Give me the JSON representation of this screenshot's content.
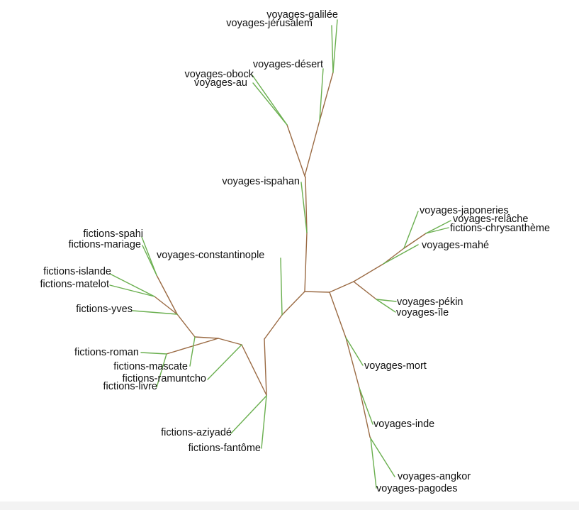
{
  "diagram": {
    "type": "unrooted-phylogenetic-tree",
    "colors": {
      "internal_branch": "#9a6a43",
      "leaf_branch": "#6aaf4f",
      "label": "#111111"
    },
    "nodes": [
      {
        "id": "n_core_a",
        "parent": null
      },
      {
        "id": "n_core_b",
        "parent": "n_core_a"
      },
      {
        "id": "n_core_c",
        "parent": "n_core_a"
      },
      {
        "id": "n_up1",
        "parent": "n_core_a"
      },
      {
        "id": "n_up2",
        "parent": "n_up1"
      },
      {
        "id": "n_up3",
        "parent": "n_up2"
      },
      {
        "id": "n_up_left",
        "parent": "n_up3"
      },
      {
        "id": "n_up_right",
        "parent": "n_up3"
      },
      {
        "id": "n_up_right2",
        "parent": "n_up_right"
      },
      {
        "id": "n_r1",
        "parent": "n_core_b"
      },
      {
        "id": "n_r2",
        "parent": "n_r1"
      },
      {
        "id": "n_r3",
        "parent": "n_r2"
      },
      {
        "id": "n_r4",
        "parent": "n_r3"
      },
      {
        "id": "n_pi",
        "parent": "n_r1"
      },
      {
        "id": "n_d1",
        "parent": "n_core_b"
      },
      {
        "id": "n_d2",
        "parent": "n_d1"
      },
      {
        "id": "n_d3",
        "parent": "n_d2"
      },
      {
        "id": "n_d4",
        "parent": "n_d3"
      },
      {
        "id": "n_l0",
        "parent": "n_core_c"
      },
      {
        "id": "n_l1",
        "parent": "n_l0"
      },
      {
        "id": "n_az",
        "parent": "n_l1"
      },
      {
        "id": "n_l2",
        "parent": "n_l1"
      },
      {
        "id": "n_l3",
        "parent": "n_l2"
      },
      {
        "id": "n_rm",
        "parent": "n_l3"
      },
      {
        "id": "n_l4",
        "parent": "n_l3"
      },
      {
        "id": "n_l5",
        "parent": "n_l4"
      },
      {
        "id": "n_l6",
        "parent": "n_l5"
      },
      {
        "id": "n_sp",
        "parent": "n_l5"
      }
    ],
    "leaves": [
      {
        "id": "L1",
        "parent": "n_up_right2",
        "label": "voyages-galilée"
      },
      {
        "id": "L2",
        "parent": "n_up_right2",
        "label": "voyages-jérusalem"
      },
      {
        "id": "L3",
        "parent": "n_up_right",
        "label": "voyages-désert"
      },
      {
        "id": "L4",
        "parent": "n_up_left",
        "label": "voyages-obock"
      },
      {
        "id": "L5",
        "parent": "n_up_left",
        "label": "voyages-au"
      },
      {
        "id": "L6",
        "parent": "n_up1",
        "label": "voyages-ispahan"
      },
      {
        "id": "L7",
        "parent": "n_r3",
        "label": "voyages-japoneries"
      },
      {
        "id": "L8",
        "parent": "n_r4",
        "label": "voyages-relâche"
      },
      {
        "id": "L9",
        "parent": "n_r4",
        "label": "fictions-chrysanthème"
      },
      {
        "id": "L10",
        "parent": "n_r2",
        "label": "voyages-mahé"
      },
      {
        "id": "L11",
        "parent": "n_pi",
        "label": "voyages-pékin"
      },
      {
        "id": "L12",
        "parent": "n_pi",
        "label": "voyages-île"
      },
      {
        "id": "L13",
        "parent": "n_d1",
        "label": "voyages-mort"
      },
      {
        "id": "L14",
        "parent": "n_d2",
        "label": "voyages-inde"
      },
      {
        "id": "L15",
        "parent": "n_d4",
        "label": "voyages-angkor"
      },
      {
        "id": "L16",
        "parent": "n_d4",
        "label": "voyages-pagodes"
      },
      {
        "id": "L17",
        "parent": "n_core_c",
        "label": "voyages-constantinople"
      },
      {
        "id": "L18",
        "parent": "n_az",
        "label": "fictions-aziyadé"
      },
      {
        "id": "L19",
        "parent": "n_az",
        "label": "fictions-fantôme"
      },
      {
        "id": "L20",
        "parent": "n_l2",
        "label": "fictions-ramuntcho"
      },
      {
        "id": "L21",
        "parent": "n_l4",
        "label": "fictions-mascate"
      },
      {
        "id": "L22",
        "parent": "n_rm",
        "label": "fictions-roman"
      },
      {
        "id": "L23",
        "parent": "n_rm",
        "label": "fictions-livre"
      },
      {
        "id": "L24",
        "parent": "n_l6",
        "label": "fictions-islande"
      },
      {
        "id": "L25",
        "parent": "n_l6",
        "label": "fictions-matelot"
      },
      {
        "id": "L26",
        "parent": "n_l5",
        "label": "fictions-yves"
      },
      {
        "id": "L27",
        "parent": "n_sp",
        "label": "fictions-spahi"
      },
      {
        "id": "L28",
        "parent": "n_sp",
        "label": "fictions-mariage"
      }
    ]
  }
}
